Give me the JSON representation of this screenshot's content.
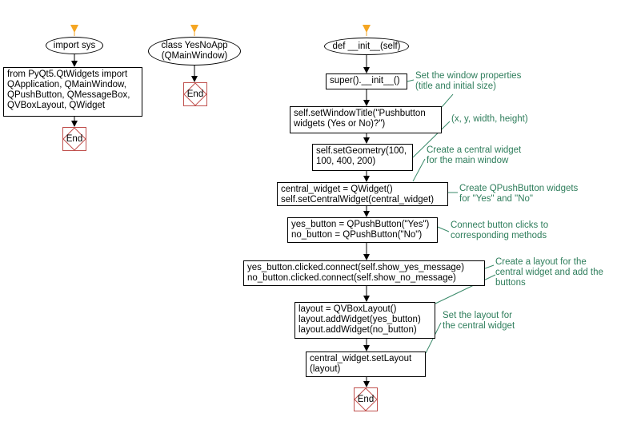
{
  "colors": {
    "line": "#000000",
    "start_marker": "#f5a623",
    "end_border": "#c0504d",
    "comment_text": "#2e7d5b",
    "comment_line": "#3a8a6a"
  },
  "columns": {
    "imports": {
      "start_label": "import sys",
      "statement": "from PyQt5.QtWidgets import\nQApplication, QMainWindow,\nQPushButton, QMessageBox,\nQVBoxLayout, QWidget",
      "end_label": "End"
    },
    "class": {
      "start_label": "class YesNoApp\n(QMainWindow)",
      "end_label": "End"
    },
    "init": {
      "start_label": "def __init__(self)",
      "steps": [
        {
          "code": "super().__init__()",
          "comment": "Set the window properties\n(title and initial size)"
        },
        {
          "code": "self.setWindowTitle(\"Pushbutton\nwidgets (Yes or No)?\")",
          "comment": "(x, y, width, height)"
        },
        {
          "code": "self.setGeometry(100,\n100, 400, 200)",
          "comment": "Create a central widget\nfor the main window"
        },
        {
          "code": "central_widget = QWidget()\nself.setCentralWidget(central_widget)",
          "comment": "Create QPushButton widgets\nfor \"Yes\" and \"No\""
        },
        {
          "code": "yes_button = QPushButton(\"Yes\")\nno_button = QPushButton(\"No\")",
          "comment": "Connect button clicks to\ncorresponding methods"
        },
        {
          "code": "yes_button.clicked.connect(self.show_yes_message)\nno_button.clicked.connect(self.show_no_message)",
          "comment": "Create a layout for the\ncentral widget and add the\nbuttons"
        },
        {
          "code": "layout = QVBoxLayout()\nlayout.addWidget(yes_button)\nlayout.addWidget(no_button)",
          "comment": "Set the layout for\nthe central widget"
        },
        {
          "code": "central_widget.setLayout\n(layout)",
          "comment": ""
        }
      ],
      "end_label": "End"
    }
  }
}
